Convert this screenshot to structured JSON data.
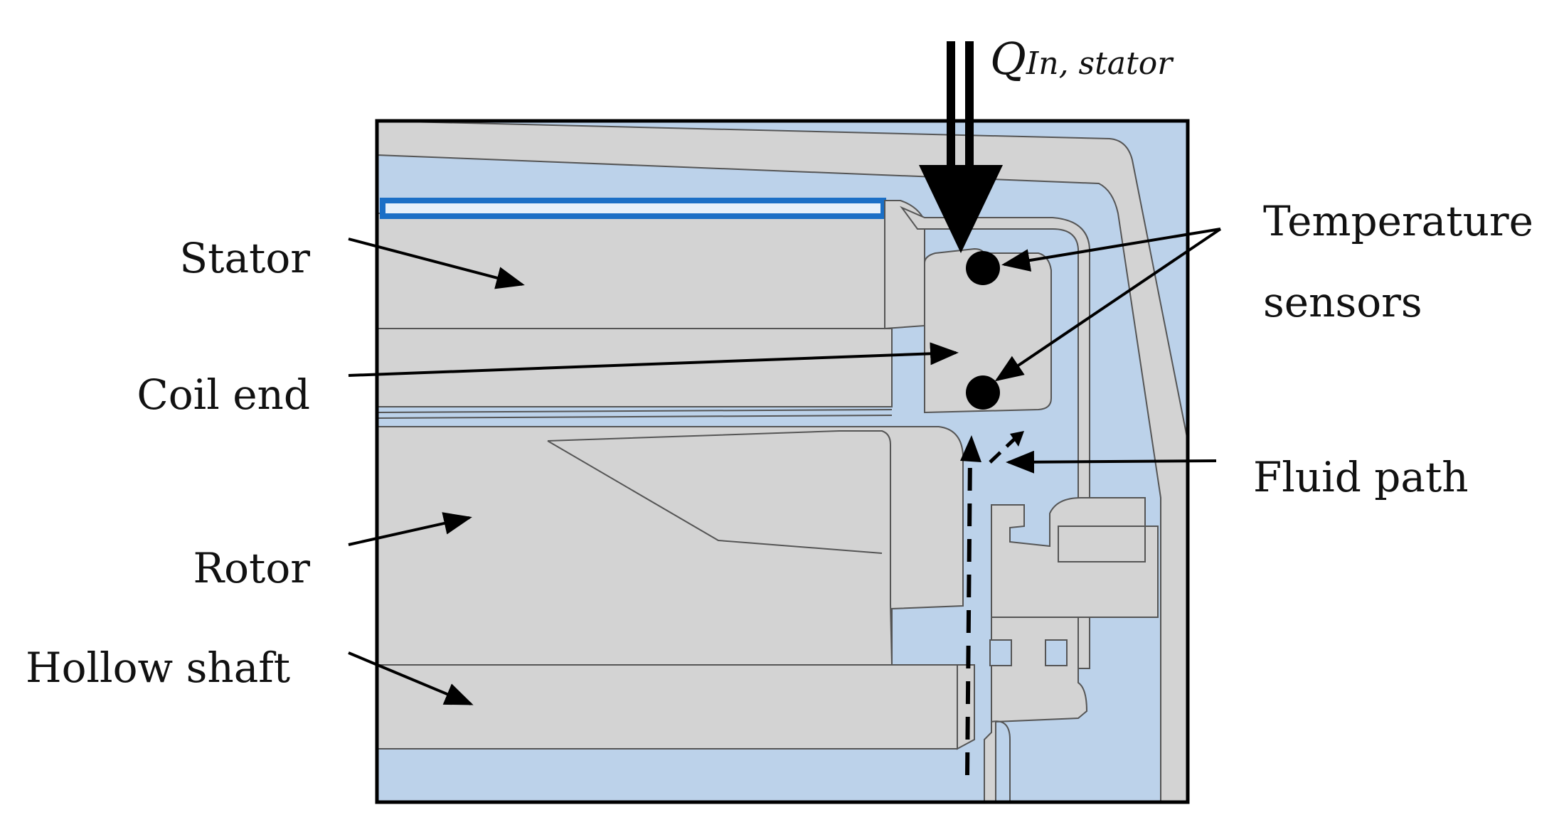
{
  "heat_flow_label": {
    "symbol": "Q",
    "subscript": "In, stator"
  },
  "labels": {
    "stator": "Stator",
    "coil_end": "Coil end",
    "rotor": "Rotor",
    "hollow_shaft": "Hollow shaft",
    "temperature_sensors_line1": "Temperature",
    "temperature_sensors_line2": "sensors",
    "fluid_path": "Fluid path"
  },
  "colors": {
    "fluid": "#bcd2ea",
    "solid": "#d3d3d3",
    "outline": "#555555",
    "frame": "#000000",
    "highlight": "#1b6fc6",
    "sensor": "#000000"
  }
}
